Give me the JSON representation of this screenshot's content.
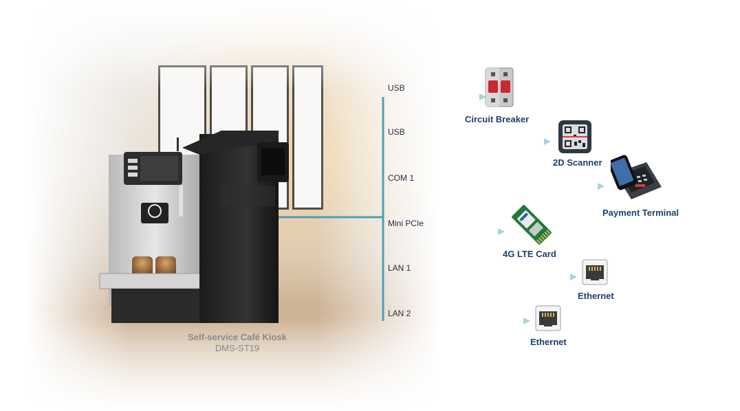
{
  "kiosk": {
    "title": "Self-service Café Kiosk",
    "model": "DMS-ST19"
  },
  "connections": [
    {
      "port": "USB",
      "device": "Circuit Breaker",
      "icon": "circuit-breaker-icon"
    },
    {
      "port": "USB",
      "device": "2D Scanner",
      "icon": "qr-scanner-icon"
    },
    {
      "port": "COM 1",
      "device": "Payment Terminal",
      "icon": "payment-terminal-icon"
    },
    {
      "port": "Mini PCIe",
      "device": "4G LTE Card",
      "icon": "lte-card-icon"
    },
    {
      "port": "LAN 1",
      "device": "Ethernet",
      "icon": "ethernet-port-icon"
    },
    {
      "port": "LAN 2",
      "device": "Ethernet",
      "icon": "ethernet-port-icon"
    }
  ],
  "colors": {
    "connector": "#4f9fb4",
    "device_label": "#1d3f6e",
    "port_label": "#1f2d3d"
  }
}
